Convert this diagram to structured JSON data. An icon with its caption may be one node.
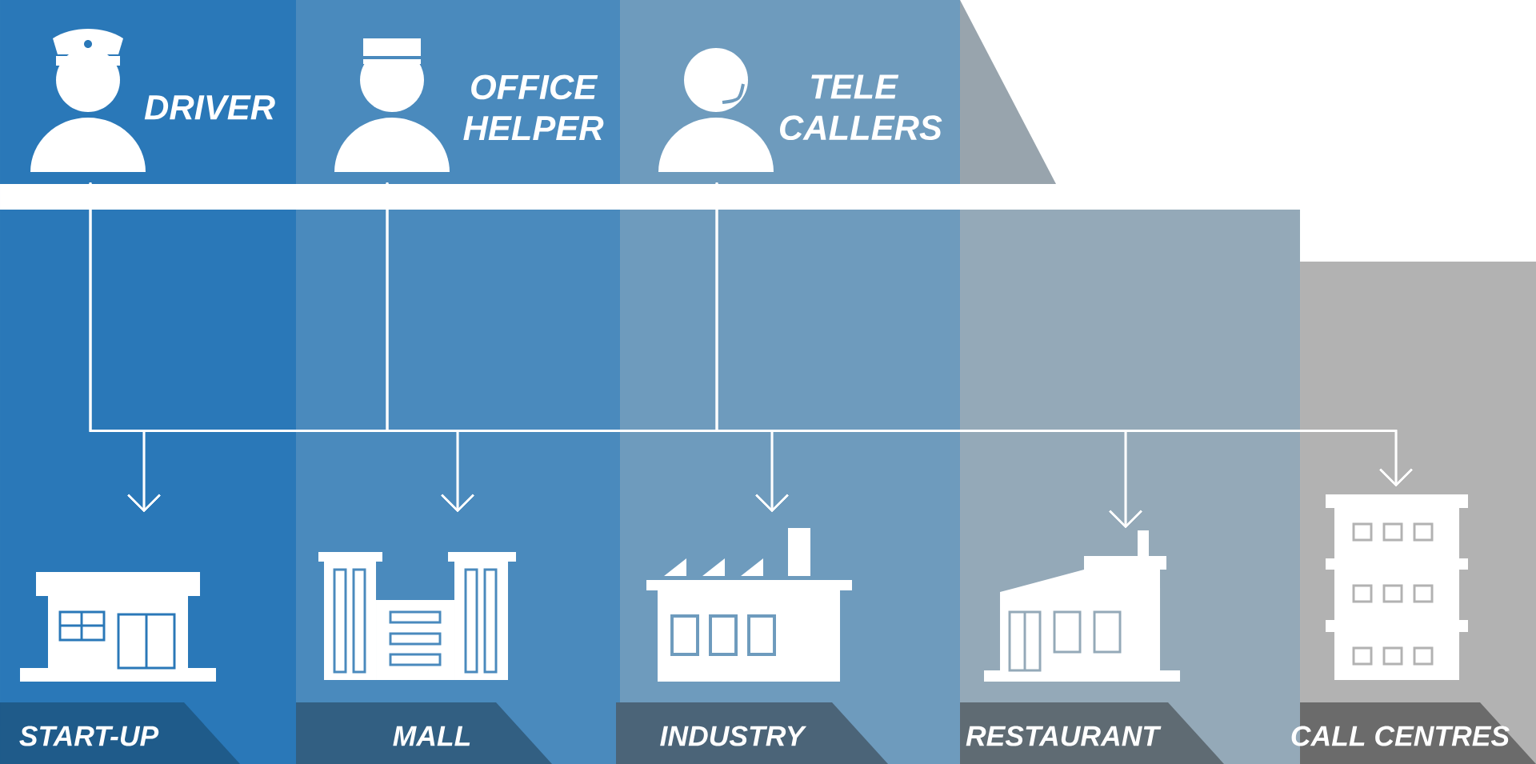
{
  "diagram": {
    "nodes": [
      {
        "text": [
          "DRIVER"
        ]
      },
      {
        "text": [
          "OFFICE HELPER"
        ]
      },
      {
        "text": [
          "TELE CALLERS"
        ]
      },
      {
        "text": [],
        "shape": "picture",
        "beside": [
          "START-UP"
        ]
      },
      {
        "text": [],
        "shape": "picture",
        "beside": [
          "MALL"
        ]
      },
      {
        "text": [],
        "shape": "picture",
        "beside": [
          "INDUSTRY"
        ]
      },
      {
        "text": [],
        "shape": "picture",
        "beside": [
          "RESTAURANT"
        ]
      },
      {
        "text": [],
        "shape": "picture",
        "beside": [
          "CALL CENTRES"
        ]
      }
    ],
    "edges": [
      {
        "from": 0,
        "to": 3,
        "arrow": "to"
      },
      {
        "from": 0,
        "to": 4,
        "arrow": "to"
      },
      {
        "from": 0,
        "to": 5,
        "arrow": "to"
      },
      {
        "from": 0,
        "to": 6,
        "arrow": "to"
      },
      {
        "from": 0,
        "to": 7,
        "arrow": "to"
      },
      {
        "from": 1,
        "to": 3,
        "arrow": "to"
      },
      {
        "from": 1,
        "to": 4,
        "arrow": "to"
      },
      {
        "from": 1,
        "to": 5,
        "arrow": "to"
      },
      {
        "from": 1,
        "to": 6,
        "arrow": "to"
      },
      {
        "from": 1,
        "to": 7,
        "arrow": "to"
      },
      {
        "from": 2,
        "to": 3,
        "arrow": "to"
      },
      {
        "from": 2,
        "to": 4,
        "arrow": "to"
      },
      {
        "from": 2,
        "to": 5,
        "arrow": "to"
      },
      {
        "from": 2,
        "to": 6,
        "arrow": "to"
      },
      {
        "from": 2,
        "to": 7,
        "arrow": "to"
      }
    ]
  }
}
